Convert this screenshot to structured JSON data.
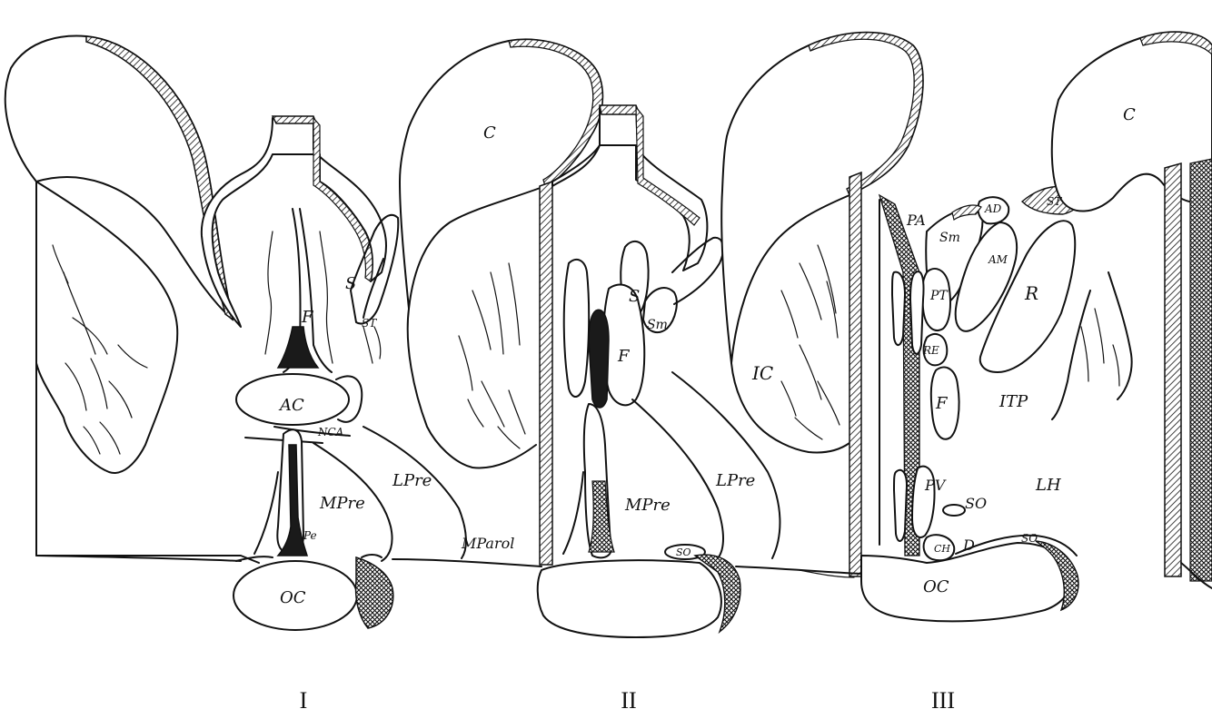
{
  "figure": {
    "panels": [
      {
        "numeral": "I",
        "labels": [
          "F",
          "S",
          "ST",
          "AC",
          "NCA",
          "MPre",
          "LPre",
          "Pe",
          "OC",
          "MParol"
        ]
      },
      {
        "numeral": "II",
        "labels": [
          "C",
          "S",
          "Sm",
          "F",
          "MPre",
          "LPre",
          "SO"
        ]
      },
      {
        "numeral": "III",
        "labels": [
          "IC",
          "PA",
          "Sm",
          "AD",
          "ST",
          "AM",
          "PT",
          "R",
          "RE",
          "F",
          "ITP",
          "PV",
          "SO",
          "LH",
          "CH",
          "D",
          "SO",
          "OC",
          "C"
        ]
      }
    ]
  }
}
